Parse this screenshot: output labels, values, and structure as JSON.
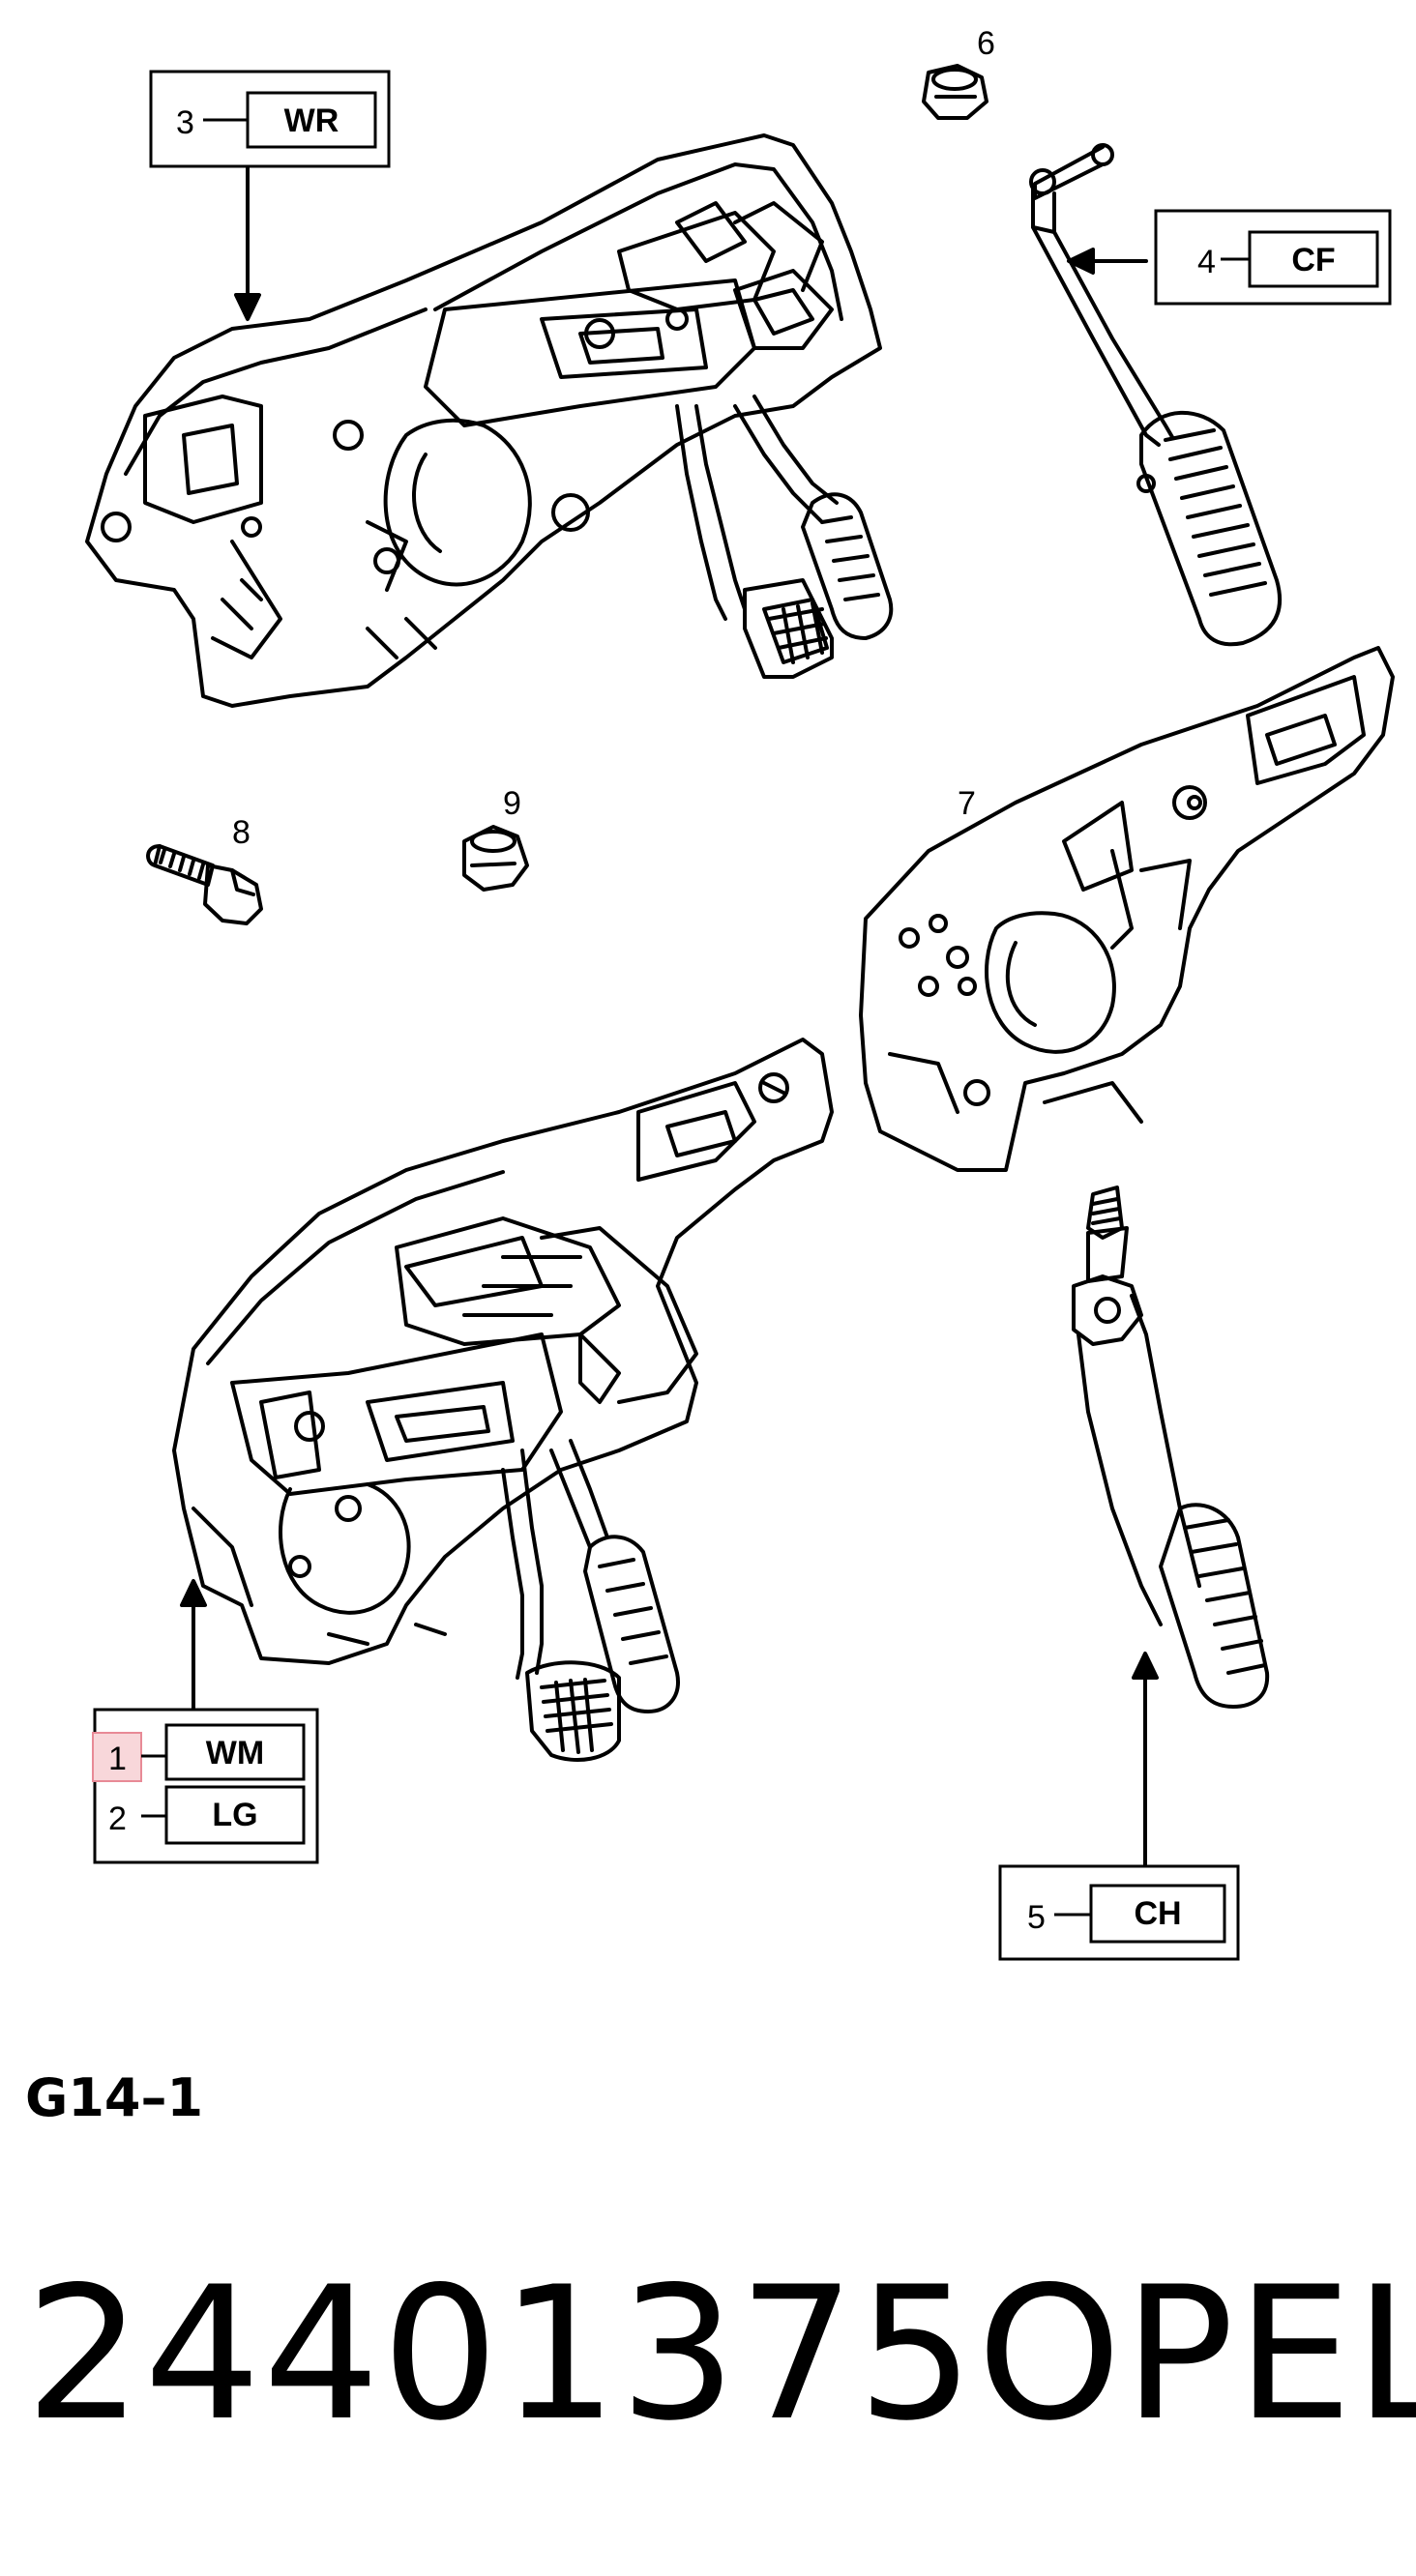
{
  "callouts": {
    "c1": {
      "number": "1",
      "code": "WM"
    },
    "c2": {
      "number": "2",
      "code": "LG"
    },
    "c3": {
      "number": "3",
      "code": "WR"
    },
    "c4": {
      "number": "4",
      "code": "CF"
    },
    "c5": {
      "number": "5",
      "code": "CH"
    }
  },
  "part_labels": {
    "p6": "6",
    "p7": "7",
    "p8": "8",
    "p9": "9"
  },
  "page_ref": "G14–1",
  "part_number": "24401375",
  "brand": "OPEL",
  "colors": {
    "line": "#000000",
    "highlight_fill": "#f8d7da",
    "highlight_stroke": "#e88a96"
  }
}
